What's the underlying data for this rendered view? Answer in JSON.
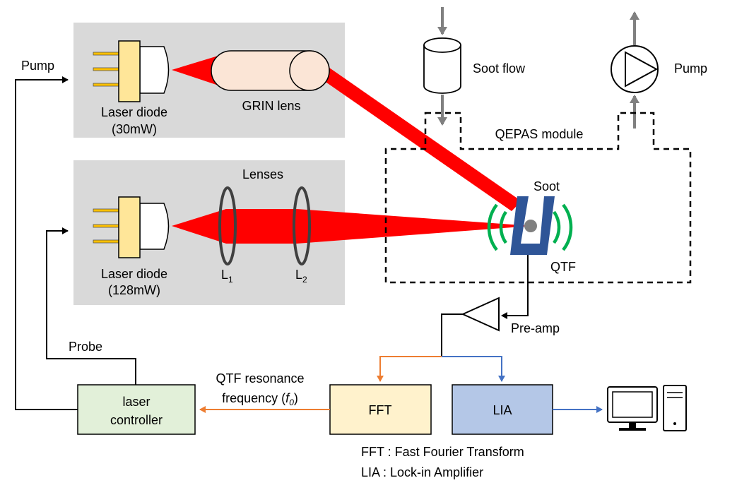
{
  "labels": {
    "pump_left": "Pump",
    "probe": "Probe",
    "laser_diode_1_name": "Laser diode",
    "laser_diode_1_power": "(30mW)",
    "grin_lens": "GRIN lens",
    "lenses": "Lenses",
    "laser_diode_2_name": "Laser diode",
    "laser_diode_2_power": "(128mW)",
    "lens_1": "L",
    "lens_1_sub": "1",
    "lens_2": "L",
    "lens_2_sub": "2",
    "soot_flow": "Soot flow",
    "pump_right": "Pump",
    "qepas_module": "QEPAS module",
    "soot": "Soot",
    "qtf": "QTF",
    "pre_amp": "Pre-amp",
    "qtf_resonance_line1": "QTF resonance",
    "qtf_resonance_line2": "frequency (",
    "qtf_resonance_symbol": "f",
    "qtf_resonance_symbol_sub": "0",
    "qtf_resonance_close": ")",
    "laser_controller_line1": "laser",
    "laser_controller_line2": "controller",
    "fft_box": "FFT",
    "lia_box": "LIA",
    "legend_fft": "FFT : Fast Fourier Transform",
    "legend_lia": "LIA : Lock-in Amplifier"
  },
  "colors": {
    "panel_gray": "#d9d9d9",
    "laser_red": "#ff0000",
    "grin_fill": "#fbe5d6",
    "diode_body": "#ffe699",
    "controller_fill": "#e2f0d9",
    "fft_fill": "#fff2cc",
    "lia_fill": "#b4c7e7",
    "orange_arrow": "#ed7d31",
    "blue_arrow": "#4472c4",
    "qtf_blue": "#2f5597",
    "acoustic_green": "#00b050",
    "flow_gray": "#808080"
  },
  "icons": [
    "laser-diode-icon",
    "grin-lens-icon",
    "convex-lens-icon",
    "soot-flow-cylinder-icon",
    "pump-icon",
    "quartz-tuning-fork-icon",
    "amplifier-icon",
    "computer-icon"
  ]
}
